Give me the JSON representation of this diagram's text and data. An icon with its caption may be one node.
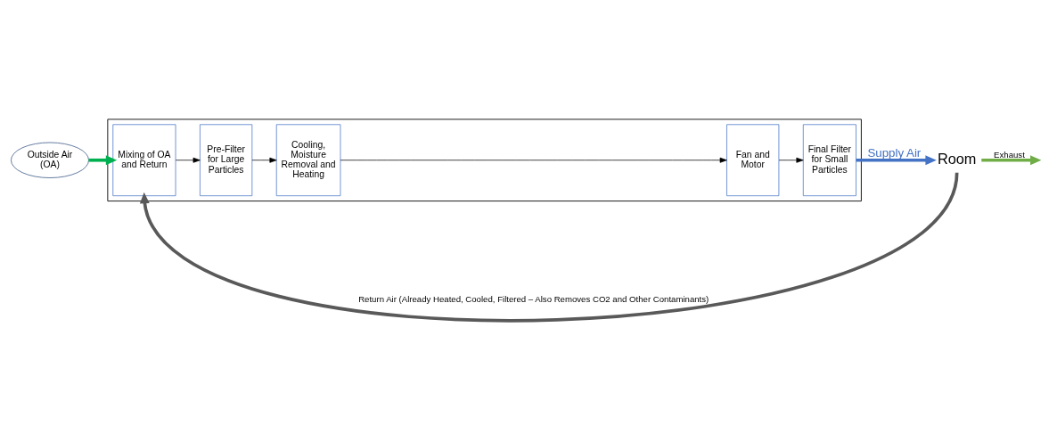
{
  "diagram": {
    "nodes": [
      {
        "text": [
          "Outside Air (OA)"
        ]
      },
      {
        "text": [],
        "shape": "box"
      },
      {
        "text": [
          "Mixing of OA and Return"
        ],
        "in": 1
      },
      {
        "text": [
          "Pre-Filter for Large Particles"
        ],
        "in": 1
      },
      {
        "text": [
          "Cooling, Moisture Removal and Heating"
        ],
        "in": 1
      },
      {
        "text": [
          "Fan and Motor"
        ],
        "in": 1
      },
      {
        "text": [
          "Final Filter for Small Particles"
        ],
        "in": 1
      },
      {
        "text": [
          "Room"
        ]
      }
    ],
    "edges": [
      {
        "from": 0,
        "to": 2,
        "arrow": "to",
        "style": "thick",
        "color": "#00b050"
      },
      {
        "from": 2,
        "to": 3,
        "arrow": "to"
      },
      {
        "from": 3,
        "to": 4,
        "arrow": "to"
      },
      {
        "from": 4,
        "to": 5,
        "arrow": "to"
      },
      {
        "from": 5,
        "to": 6,
        "arrow": "to"
      },
      {
        "from": 6,
        "to": 7,
        "arrow": "to",
        "label": "Supply Air",
        "style": "thick",
        "color": "#4472c4"
      },
      {
        "from": 7,
        "to": null,
        "arrow": "to",
        "label": "Exhaust",
        "style": "thick",
        "color": "#70ad47"
      },
      {
        "from": 7,
        "to": 2,
        "arrow": "to",
        "label": "Return Air (Already Heated, Cooled, Filtered – Also Removes CO2 and Other Contaminants)",
        "style": "thick",
        "color": "#595959"
      }
    ]
  }
}
